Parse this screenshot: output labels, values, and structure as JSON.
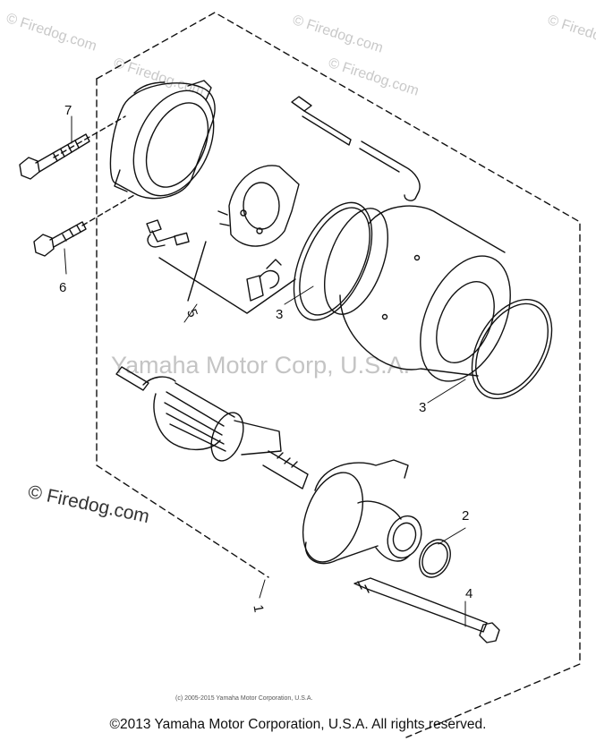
{
  "watermarks": {
    "top_1": "© Firedog.com",
    "top_2": "© Firedog.com",
    "top_3": "© Firedog.com",
    "top_4": "© Firedog.com",
    "top_5": "© Firedog.com",
    "center": "Yamaha Motor Corp, U.S.A.",
    "left": "© Firedog.com"
  },
  "callouts": {
    "c1": "1",
    "c2": "2",
    "c3a": "3",
    "c3b": "3",
    "c4": "4",
    "c5": "5",
    "c6": "6",
    "c7": "7"
  },
  "small_copyright": "(c) 2005-2015 Yamaha Motor Corporation, U.S.A.",
  "footer_copyright": "©2013 Yamaha Motor Corporation, U.S.A. All rights reserved.",
  "colors": {
    "line": "#111111",
    "watermark": "#c9c9c9"
  }
}
